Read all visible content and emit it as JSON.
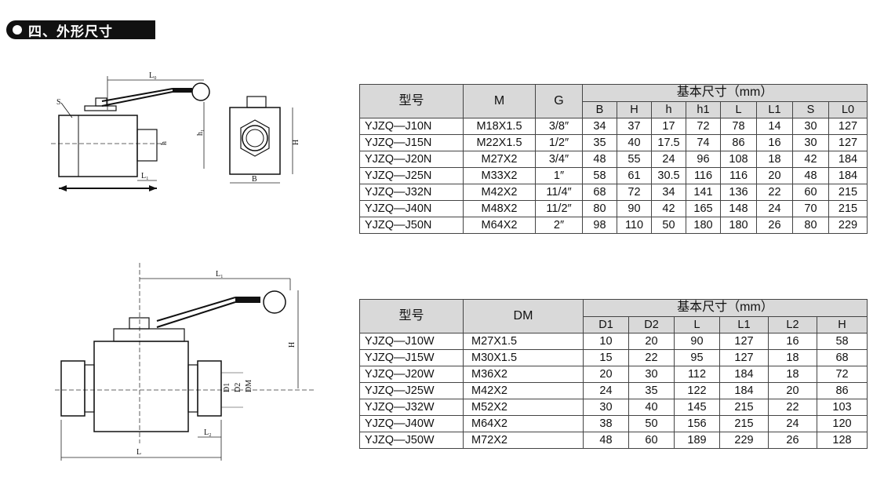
{
  "header": {
    "title": "四、外形尺寸"
  },
  "drawing_labels": {
    "lo": "L₀",
    "s": "S",
    "h1": "h₁",
    "l1": "L₁",
    "h": "h",
    "hh": "H",
    "b": "B",
    "top_l1": "L₁",
    "top_h": "H",
    "d1": "D1",
    "d2": "D2",
    "dm": "DM",
    "l2": "L₂",
    "l": "L"
  },
  "table1": {
    "headers": {
      "model": "型号",
      "m": "M",
      "g": "G",
      "group": "基本尺寸（mm）",
      "sub": [
        "B",
        "H",
        "h",
        "h1",
        "L",
        "L1",
        "S",
        "L0"
      ]
    },
    "rows": [
      {
        "model": "YJZQ—J10N",
        "m": "M18X1.5",
        "g": "3/8″",
        "vals": [
          "34",
          "37",
          "17",
          "72",
          "78",
          "14",
          "30",
          "127"
        ]
      },
      {
        "model": "YJZQ—J15N",
        "m": "M22X1.5",
        "g": "1/2″",
        "vals": [
          "35",
          "40",
          "17.5",
          "74",
          "86",
          "16",
          "30",
          "127"
        ]
      },
      {
        "model": "YJZQ—J20N",
        "m": "M27X2",
        "g": "3/4″",
        "vals": [
          "48",
          "55",
          "24",
          "96",
          "108",
          "18",
          "42",
          "184"
        ]
      },
      {
        "model": "YJZQ—J25N",
        "m": "M33X2",
        "g": "1″",
        "vals": [
          "58",
          "61",
          "30.5",
          "116",
          "116",
          "20",
          "48",
          "184"
        ]
      },
      {
        "model": "YJZQ—J32N",
        "m": "M42X2",
        "g": "11/4″",
        "vals": [
          "68",
          "72",
          "34",
          "141",
          "136",
          "22",
          "60",
          "215"
        ]
      },
      {
        "model": "YJZQ—J40N",
        "m": "M48X2",
        "g": "11/2″",
        "vals": [
          "80",
          "90",
          "42",
          "165",
          "148",
          "24",
          "70",
          "215"
        ]
      },
      {
        "model": "YJZQ—J50N",
        "m": "M64X2",
        "g": "2″",
        "vals": [
          "98",
          "110",
          "50",
          "180",
          "180",
          "26",
          "80",
          "229"
        ]
      }
    ]
  },
  "table2": {
    "headers": {
      "model": "型号",
      "dm": "DM",
      "group": "基本尺寸（mm）",
      "sub": [
        "D1",
        "D2",
        "L",
        "L1",
        "L2",
        "H"
      ]
    },
    "rows": [
      {
        "model": "YJZQ—J10W",
        "dm": "M27X1.5",
        "vals": [
          "10",
          "20",
          "90",
          "127",
          "16",
          "58"
        ]
      },
      {
        "model": "YJZQ—J15W",
        "dm": "M30X1.5",
        "vals": [
          "15",
          "22",
          "95",
          "127",
          "18",
          "68"
        ]
      },
      {
        "model": "YJZQ—J20W",
        "dm": "M36X2",
        "vals": [
          "20",
          "30",
          "112",
          "184",
          "18",
          "72"
        ]
      },
      {
        "model": "YJZQ—J25W",
        "dm": "M42X2",
        "vals": [
          "24",
          "35",
          "122",
          "184",
          "20",
          "86"
        ]
      },
      {
        "model": "YJZQ—J32W",
        "dm": "M52X2",
        "vals": [
          "30",
          "40",
          "145",
          "215",
          "22",
          "103"
        ]
      },
      {
        "model": "YJZQ—J40W",
        "dm": "M64X2",
        "vals": [
          "38",
          "50",
          "156",
          "215",
          "24",
          "120"
        ]
      },
      {
        "model": "YJZQ—J50W",
        "dm": "M72X2",
        "vals": [
          "48",
          "60",
          "189",
          "229",
          "26",
          "128"
        ]
      }
    ]
  }
}
